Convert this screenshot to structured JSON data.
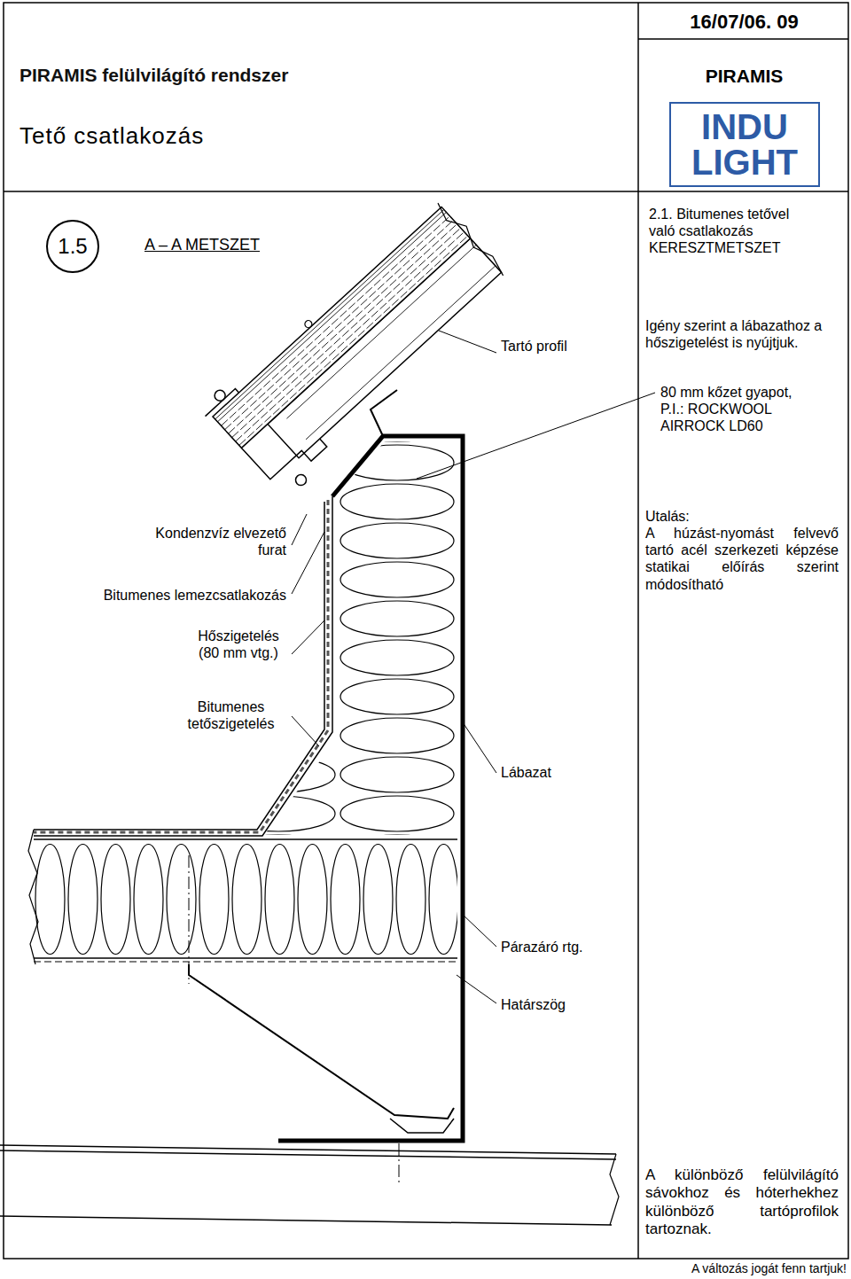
{
  "diagram": {
    "title": "PIRAMIS felülvilágító rendszer",
    "nodes": [
      {
        "text": [
          "1.5"
        ]
      },
      {
        "text": [
          "INDU LIGHT"
        ]
      }
    ],
    "labels": [
      "16/07/06. 09",
      "PIRAMIS",
      "Tető csatlakozás",
      "A – A METSZET",
      "2.1. Bitumenes tetővel való csatlakozás KERESZTMETSZET",
      "Tartó profil",
      "Igény szerint a lábazathoz a hőszigetelést is nyújtjuk.",
      "80 mm kőzet gyapot, P.I.: ROCKWOOL AIRROCK LD60",
      "Kondenzvíz elvezető furat",
      "Utalás:",
      "A húzást-nyomást felvevő tartó acél szerkezeti képzése statikai előírás szerint módosítható",
      "Bitumenes lemezcsatlakozás",
      "Hőszigetelés (80 mm vtg.)",
      "Bitumenes tetőszigetelés",
      "Lábazat",
      "Párazáró rtg.",
      "Határszög",
      "A különböző felülvilágító sávokhoz és hóterhekhez különböző tartóprofilok tartoznak.",
      "A változás jogát fenn tartjuk!"
    ]
  }
}
